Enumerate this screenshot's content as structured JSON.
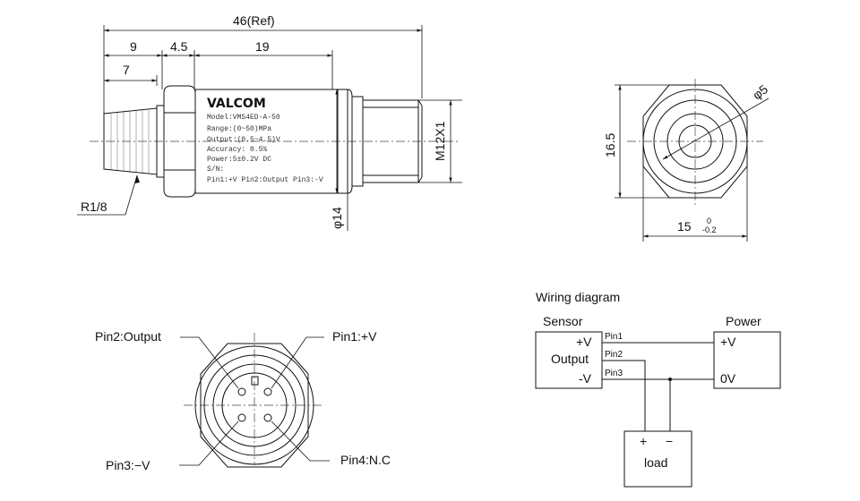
{
  "side_view": {
    "dim_total": "46(Ref)",
    "dim_9": "9",
    "dim_4_5": "4.5",
    "dim_19": "19",
    "dim_7": "7",
    "thread_label": "R1/8",
    "dia_label": "φ14",
    "thread_right": "M12X1",
    "brand": "VALCOM",
    "body_lines": [
      "Model:VMS4ED-A-50",
      "Range:(0~50)MPa",
      "Output:(0.5~4.5)V",
      "Accuracy: 0.5%",
      "Power:5±0.2V DC",
      "S/N:",
      "Pin1:+V  Pin2:Output  Pin3:-V"
    ]
  },
  "end_view": {
    "dim_height": "16.5",
    "dim_bore": "φ5",
    "dim_width": "15",
    "tol_upper": "0",
    "tol_lower": "-0.2"
  },
  "pin_view": {
    "pin2": "Pin2:Output",
    "pin1": "Pin1:+V",
    "pin3": "Pin3:−V",
    "pin4": "Pin4:N.C"
  },
  "wiring": {
    "title": "Wiring diagram",
    "sensor_label": "Sensor",
    "power_label": "Power",
    "s_plus": "+V",
    "s_output": "Output",
    "s_minus": "-V",
    "pin1": "Pin1",
    "pin2": "Pin2",
    "pin3": "Pin3",
    "p_plus": "+V",
    "p_zero": "0V",
    "load_plus": "+",
    "load_minus": "−",
    "load_label": "load"
  }
}
